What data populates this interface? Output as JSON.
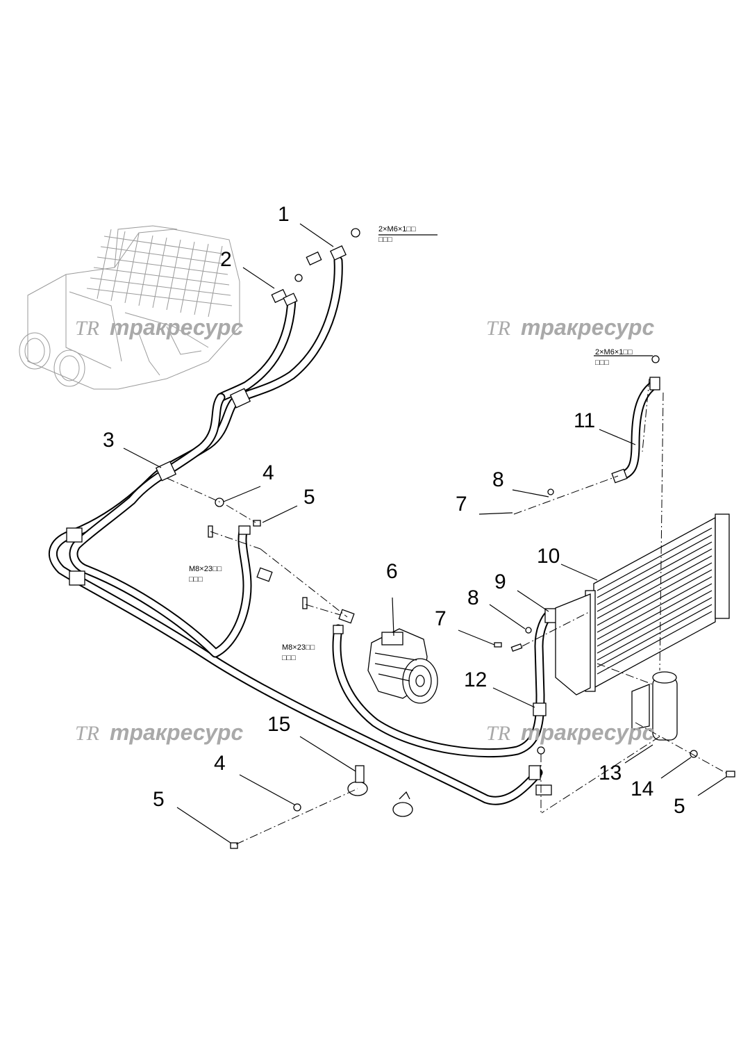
{
  "callouts": [
    {
      "id": "c1",
      "label": "1"
    },
    {
      "id": "c2",
      "label": "2"
    },
    {
      "id": "c3",
      "label": "3"
    },
    {
      "id": "c4a",
      "label": "4"
    },
    {
      "id": "c5a",
      "label": "5"
    },
    {
      "id": "c6",
      "label": "6"
    },
    {
      "id": "c7a",
      "label": "7"
    },
    {
      "id": "c8a",
      "label": "8"
    },
    {
      "id": "c7b",
      "label": "7"
    },
    {
      "id": "c8b",
      "label": "8"
    },
    {
      "id": "c9",
      "label": "9"
    },
    {
      "id": "c10",
      "label": "10"
    },
    {
      "id": "c11",
      "label": "11"
    },
    {
      "id": "c12",
      "label": "12"
    },
    {
      "id": "c13",
      "label": "13"
    },
    {
      "id": "c14",
      "label": "14"
    },
    {
      "id": "c5b",
      "label": "5"
    },
    {
      "id": "c15",
      "label": "15"
    },
    {
      "id": "c4b",
      "label": "4"
    },
    {
      "id": "c5c",
      "label": "5"
    }
  ],
  "specs": {
    "torque_m6_top": {
      "line1": "2×M6×1□□",
      "line2": "□□□"
    },
    "torque_m6_right": {
      "line1": "2×M6×1□□",
      "line2": "□□□"
    },
    "torque_m8_left": {
      "line1": "M8×23□□",
      "line2": "□□□"
    },
    "torque_m8_center": {
      "line1": "M8×23□□",
      "line2": "□□□"
    }
  },
  "watermark": {
    "logo": "TR",
    "text": "тракресурс"
  },
  "colors": {
    "line": "#000000",
    "watermark": "#a9a9a9",
    "ghost": "#9a9a9a"
  }
}
